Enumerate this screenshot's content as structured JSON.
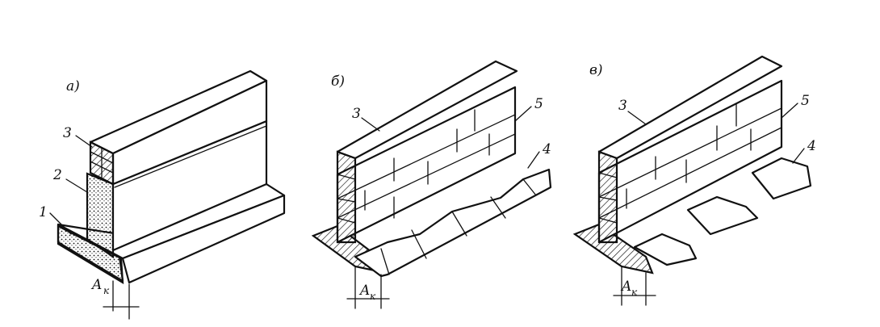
{
  "panels": [
    {
      "letter": "а)"
    },
    {
      "letter": "б)"
    },
    {
      "letter": "в)"
    }
  ],
  "callouts": {
    "a": [
      "1",
      "2",
      "3"
    ],
    "b": [
      "3",
      "5",
      "4"
    ],
    "c": [
      "3",
      "5",
      "4"
    ]
  },
  "dimension": {
    "main": "A",
    "sub": "к"
  }
}
